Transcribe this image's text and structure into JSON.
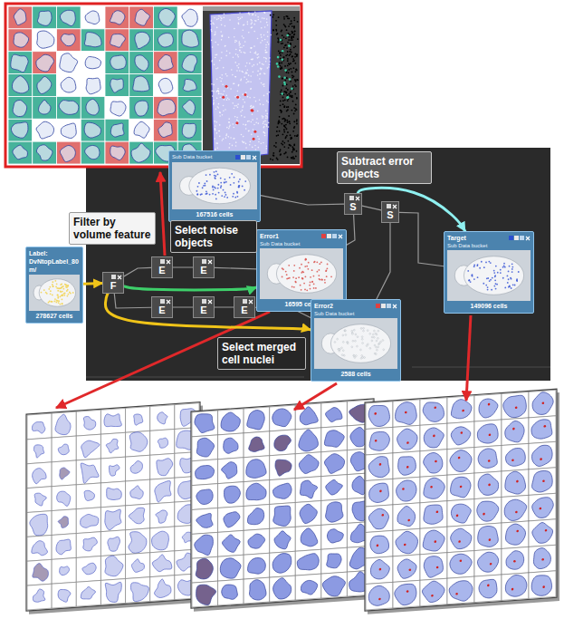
{
  "diagram": {
    "nodes": [
      {
        "text": [
          "Label: DvNtopLabel_80m/",
          "278627 cells"
        ]
      },
      {
        "text": [
          "Sub Data bucket",
          "167516 cells"
        ]
      },
      {
        "text": [
          "Error1",
          "Sub Data bucket",
          "16595 cells"
        ]
      },
      {
        "text": [
          "Error2",
          "Sub Data bucket",
          "2588 cells"
        ]
      },
      {
        "text": [
          "Target",
          "Sub Data bucket",
          "149096 cells"
        ]
      },
      {
        "text": [
          "F"
        ]
      },
      {
        "text": [
          "E"
        ]
      },
      {
        "text": [
          "E"
        ]
      },
      {
        "text": [
          "E"
        ]
      },
      {
        "text": [
          "E"
        ]
      },
      {
        "text": [
          "E"
        ]
      },
      {
        "text": [
          "S"
        ]
      },
      {
        "text": [
          "S"
        ]
      },
      {
        "text": [
          "Filter by volume feature"
        ]
      },
      {
        "text": [
          "Select noise objects"
        ]
      },
      {
        "text": [
          "Subtract error objects"
        ]
      },
      {
        "text": [
          "Select merged cell nuclei"
        ]
      }
    ],
    "edges": [
      {
        "from": 0,
        "to": 5,
        "arrow": "to"
      },
      {
        "from": 5,
        "to": 6,
        "arrow": "none"
      },
      {
        "from": 6,
        "to": 7,
        "arrow": "none"
      },
      {
        "from": 7,
        "to": 2,
        "arrow": "none"
      },
      {
        "from": 5,
        "to": 8,
        "arrow": "none"
      },
      {
        "from": 8,
        "to": 9,
        "arrow": "none"
      },
      {
        "from": 9,
        "to": 10,
        "arrow": "none"
      },
      {
        "from": 10,
        "to": 3,
        "arrow": "none"
      },
      {
        "from": 1,
        "to": 11,
        "arrow": "none"
      },
      {
        "from": 2,
        "to": 11,
        "arrow": "none"
      },
      {
        "from": 11,
        "to": 12,
        "arrow": "none"
      },
      {
        "from": 3,
        "to": 12,
        "arrow": "none"
      },
      {
        "from": 12,
        "to": 4,
        "arrow": "none"
      },
      {
        "from": 5,
        "to": 2,
        "arrow": "to"
      },
      {
        "from": 5,
        "to": 3,
        "arrow": "to"
      },
      {
        "from": 11,
        "to": 4,
        "arrow": "to"
      }
    ]
  }
}
